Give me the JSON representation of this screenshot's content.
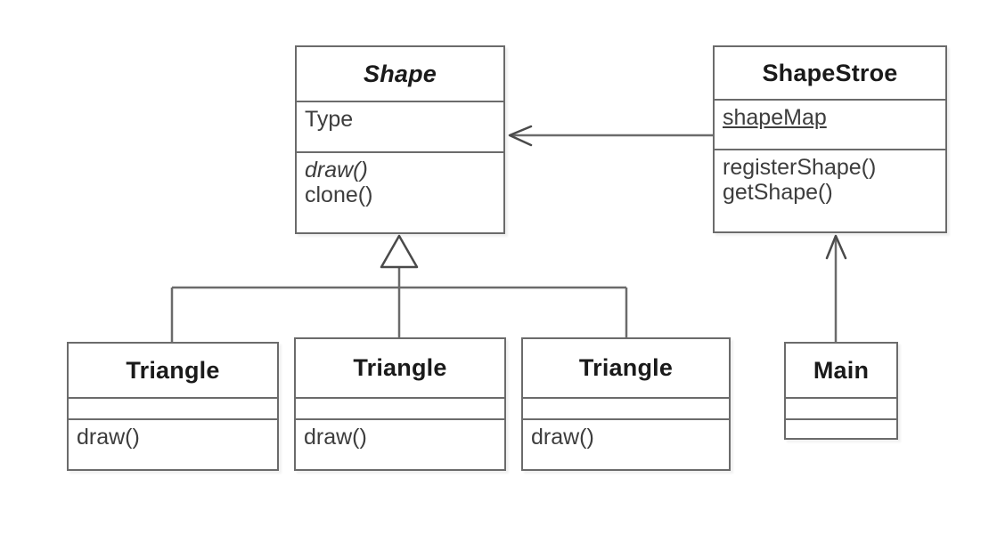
{
  "diagram": {
    "kind": "uml-class-diagram",
    "background": "#ffffff",
    "line_color": "#6b6b6b",
    "text_color": "#3d3d3d",
    "title_color": "#1a1a1a"
  },
  "classes": {
    "shape": {
      "name": "Shape",
      "abstract": true,
      "attributes": [
        "Type"
      ],
      "methods": [
        "draw()",
        "clone()"
      ],
      "method_styles": [
        "italic",
        "normal"
      ]
    },
    "shapestroe": {
      "name": "ShapeStroe",
      "abstract": false,
      "attributes": [
        "shapeMap"
      ],
      "attribute_styles": [
        "underline"
      ],
      "methods": [
        "registerShape()",
        "getShape()"
      ]
    },
    "triangle1": {
      "name": "Triangle",
      "attributes": [],
      "methods": [
        "draw()"
      ]
    },
    "triangle2": {
      "name": "Triangle",
      "attributes": [],
      "methods": [
        "draw()"
      ]
    },
    "triangle3": {
      "name": "Triangle",
      "attributes": [],
      "methods": [
        "draw()"
      ]
    },
    "main": {
      "name": "Main",
      "attributes": [],
      "methods": []
    }
  },
  "relationships": [
    {
      "name": "shapestroe-uses-shape",
      "from": "ShapeStroe",
      "to": "Shape",
      "type": "association",
      "arrowhead": "open"
    },
    {
      "name": "triangle1-extends-shape",
      "from": "Triangle",
      "to": "Shape",
      "type": "generalization",
      "arrowhead": "hollow-triangle"
    },
    {
      "name": "triangle2-extends-shape",
      "from": "Triangle",
      "to": "Shape",
      "type": "generalization",
      "arrowhead": "hollow-triangle"
    },
    {
      "name": "triangle3-extends-shape",
      "from": "Triangle",
      "to": "Shape",
      "type": "generalization",
      "arrowhead": "hollow-triangle"
    },
    {
      "name": "main-uses-shapestroe",
      "from": "Main",
      "to": "ShapeStroe",
      "type": "association",
      "arrowhead": "open"
    }
  ]
}
